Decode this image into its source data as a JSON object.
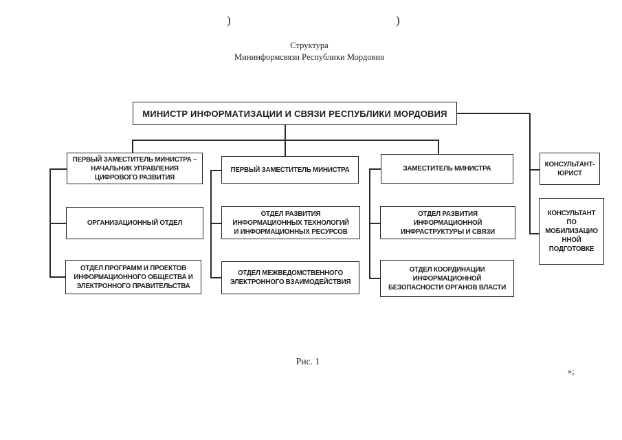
{
  "page": {
    "paren_left": ")",
    "paren_right": ")",
    "title_line1": "Структура",
    "title_line2": "Мининформсвязи Республики Мордовия",
    "caption": "Рис. 1",
    "trailing_mark": "»;"
  },
  "boxes": {
    "minister": "МИНИСТР ИНФОРМАТИЗАЦИИ И СВЯЗИ РЕСПУБЛИКИ МОРДОВИЯ",
    "first_deputy_digital": "ПЕРВЫЙ ЗАМЕСТИТЕЛЬ МИНИСТРА –\nНАЧАЛЬНИК УПРАВЛЕНИЯ\nЦИФРОВОГО РАЗВИТИЯ",
    "org_dept": "ОРГАНИЗАЦИОННЫЙ ОТДЕЛ",
    "programs_dept": "ОТДЕЛ ПРОГРАММ И ПРОЕКТОВ\nИНФОРМАЦИОННОГО ОБЩЕСТВА И\nЭЛЕКТРОННОГО ПРАВИТЕЛЬСТВА",
    "first_deputy": "ПЕРВЫЙ ЗАМЕСТИТЕЛЬ МИНИСТРА",
    "it_dev_dept": "ОТДЕЛ РАЗВИТИЯ\nИНФОРМАЦИОННЫХ ТЕХНОЛОГИЙ\nИ ИНФОРМАЦИОННЫХ РЕСУРСОВ",
    "interagency_dept": "ОТДЕЛ МЕЖВЕДОМСТВЕННОГО\nЭЛЕКТРОННОГО ВЗАИМОДЕЙСТВИЯ",
    "deputy": "ЗАМЕСТИТЕЛЬ МИНИСТРА",
    "infra_dept": "ОТДЕЛ РАЗВИТИЯ\nИНФОРМАЦИОННОЙ\nИНФРАСТРУКТУРЫ И СВЯЗИ",
    "security_dept": "ОТДЕЛ КООРДИНАЦИИ\nИНФОРМАЦИОННОЙ\nБЕЗОПАСНОСТИ ОРГАНОВ ВЛАСТИ",
    "consultant_lawyer": "КОНСУЛЬТАНТ-\nЮРИСТ",
    "consultant_mobilization": "КОНСУЛЬТАНТ\nПО\nМОБИЛИЗАЦИО\nННОЙ\nПОДГОТОВКЕ"
  },
  "colors": {
    "ink": "#1c1c1c",
    "border": "#222222",
    "background": "#ffffff"
  }
}
